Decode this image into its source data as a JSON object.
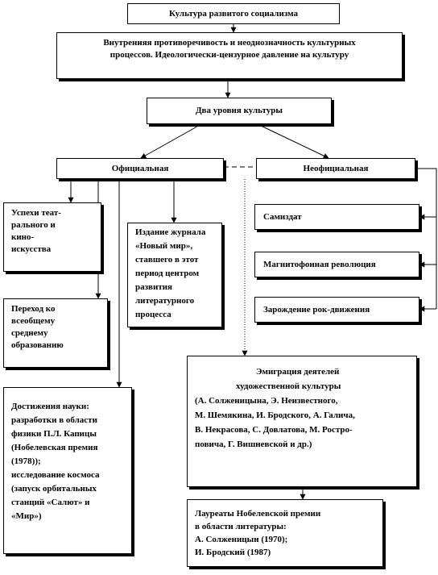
{
  "diagram": {
    "title_box": {
      "lines": [
        "Культура развитого социализма"
      ]
    },
    "context_box": {
      "lines": [
        "Внутренняя противоречивость и неоднозначность культурных",
        "процессов. Идеологически-цензурное давление на культуру"
      ]
    },
    "levels_box": {
      "lines": [
        "Два уровня культуры"
      ]
    },
    "official_box": {
      "lines": [
        "Официальная"
      ]
    },
    "unofficial_box": {
      "lines": [
        "Неофициальная"
      ]
    },
    "official_items": [
      {
        "id": "theatre",
        "lines": [
          "Успехи теат-",
          "рального и",
          "кино-",
          "искусства"
        ]
      },
      {
        "id": "education",
        "lines": [
          "Переход ко",
          "всеобщему",
          "среднему",
          "образованию"
        ]
      },
      {
        "id": "science",
        "lines": [
          "Достижения науки:",
          "разработки в области",
          "физики  П.Л. Капицы",
          "(Нобелевская премия",
          "(1978));",
          "исследование космоса",
          "(запуск орбитальных",
          "станций «Салют» и",
          "«Мир»)"
        ]
      },
      {
        "id": "journal",
        "lines": [
          "Издание журнала",
          "«Новый мир»,",
          "ставшего в этот",
          "период центром",
          "развития",
          "литературного",
          "процесса"
        ]
      }
    ],
    "unofficial_items": [
      {
        "id": "samizdat",
        "lines": [
          "Самиздат"
        ]
      },
      {
        "id": "tape",
        "lines": [
          "Магнитофонная  революция"
        ]
      },
      {
        "id": "rock",
        "lines": [
          "Зарождение рок-движения"
        ]
      }
    ],
    "emigration_box": {
      "lines": [
        "Эмиграция деятелей",
        "художественной культуры",
        "(А. Солженицына,  Э. Неизвестного,",
        "М. Шемякина, И. Бродского,  А. Галича,",
        "В. Некрасова, С. Довлатова, М. Ростро-",
        "повича, Г. Вишневской и др.)"
      ]
    },
    "nobel_box": {
      "lines": [
        "Лауреаты Нобелевской премии",
        "в области литературы:",
        "А. Солженицын  (1970);",
        "И. Бродский (1987)"
      ]
    }
  }
}
